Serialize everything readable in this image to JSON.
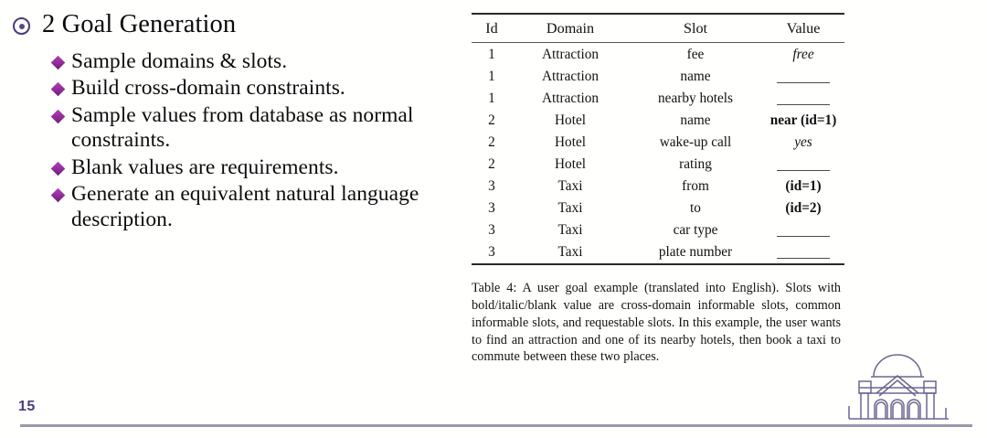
{
  "slide": {
    "title": "2 Goal Generation",
    "page_number": "15",
    "bullets": [
      "Sample domains & slots.",
      "Build cross-domain constraints.",
      "Sample values from database as normal constraints.",
      "Blank values are requirements.",
      "Generate an equivalent natural language description."
    ]
  },
  "table": {
    "columns": [
      "Id",
      "Domain",
      "Slot",
      "Value"
    ],
    "rows": [
      {
        "id": "1",
        "domain": "Attraction",
        "slot": "fee",
        "value": "free",
        "style": "italic"
      },
      {
        "id": "1",
        "domain": "Attraction",
        "slot": "name",
        "value": "",
        "style": "blank"
      },
      {
        "id": "1",
        "domain": "Attraction",
        "slot": "nearby hotels",
        "value": "",
        "style": "blank"
      },
      {
        "id": "2",
        "domain": "Hotel",
        "slot": "name",
        "value": "near (id=1)",
        "style": "bold"
      },
      {
        "id": "2",
        "domain": "Hotel",
        "slot": "wake-up call",
        "value": "yes",
        "style": "italic"
      },
      {
        "id": "2",
        "domain": "Hotel",
        "slot": "rating",
        "value": "",
        "style": "blank"
      },
      {
        "id": "3",
        "domain": "Taxi",
        "slot": "from",
        "value": "(id=1)",
        "style": "bold"
      },
      {
        "id": "3",
        "domain": "Taxi",
        "slot": "to",
        "value": "(id=2)",
        "style": "bold"
      },
      {
        "id": "3",
        "domain": "Taxi",
        "slot": "car type",
        "value": "",
        "style": "blank"
      },
      {
        "id": "3",
        "domain": "Taxi",
        "slot": "plate number",
        "value": "",
        "style": "blank"
      }
    ],
    "caption": "Table 4: A user goal example (translated into English). Slots with bold/italic/blank value are cross-domain informable slots, common informable slots, and requestable slots. In this example, the user wants to find an attraction and one of its nearby hotels, then book a taxi to commute between these two places."
  },
  "colors": {
    "accent_diamond": "#9b2fa0",
    "accent_title_bullet": "#5c4785",
    "page_number": "#4e3c78",
    "footer_rule": "#9b98ad",
    "logo_outline": "#6e6690",
    "table_rule": "#2a2a2a"
  },
  "logo": {
    "name": "university-auditorium-logo"
  }
}
